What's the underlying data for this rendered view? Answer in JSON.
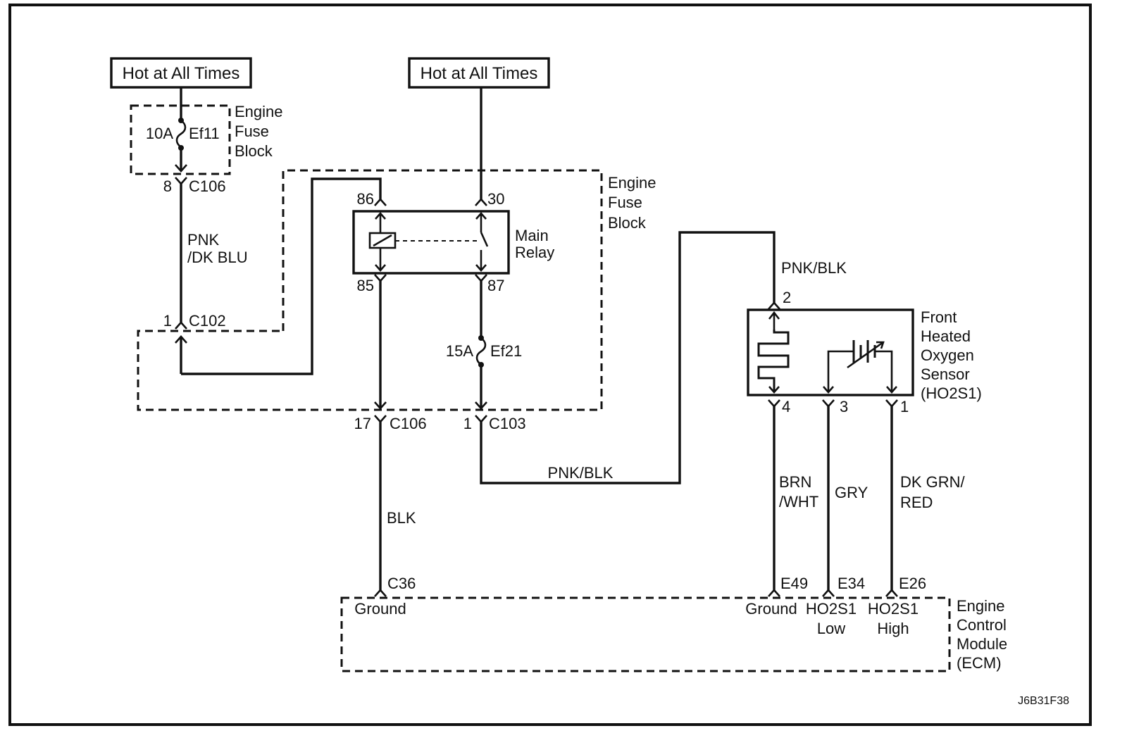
{
  "power_sources": {
    "left": "Hot at All Times",
    "right": "Hot at All Times"
  },
  "fuse_block_left": {
    "fuse_rating": "10A",
    "fuse_id": "Ef11",
    "title_line1": "Engine",
    "title_line2": "Fuse",
    "title_line3": "Block"
  },
  "fuse_block_main": {
    "title_line1": "Engine",
    "title_line2": "Fuse",
    "title_line3": "Block"
  },
  "relay": {
    "name_line1": "Main",
    "name_line2": "Relay",
    "pin_86": "86",
    "pin_30": "30",
    "pin_85": "85",
    "pin_87": "87"
  },
  "fuse_ef21": {
    "rating": "15A",
    "id": "Ef21"
  },
  "connectors": {
    "c106_top_pin": "8",
    "c106_top_name": "C106",
    "c102_pin": "1",
    "c102_name": "C102",
    "c106_bottom_pin": "17",
    "c106_bottom_name": "C106",
    "c103_pin": "1",
    "c103_name": "C103"
  },
  "wires": {
    "pnk_dk_blu_line1": "PNK",
    "pnk_dk_blu_line2": "/DK BLU",
    "pnk_blk_upper": "PNK/BLK",
    "pnk_blk_lower": "PNK/BLK",
    "blk": "BLK",
    "brn_wht_line1": "BRN",
    "brn_wht_line2": "/WHT",
    "gry": "GRY",
    "dk_grn_red_line1": "DK GRN/",
    "dk_grn_red_line2": "RED"
  },
  "sensor": {
    "line1": "Front",
    "line2": "Heated",
    "line3": "Oxygen",
    "line4": "Sensor",
    "line5": "(HO2S1)",
    "pin_2": "2",
    "pin_4": "4",
    "pin_3": "3",
    "pin_1": "1"
  },
  "ecm": {
    "line1": "Engine",
    "line2": "Control",
    "line3": "Module",
    "line4": "(ECM)",
    "pin_c36": "C36",
    "pin_e49": "E49",
    "pin_e34": "E34",
    "pin_e26": "E26",
    "ground_left": "Ground",
    "ground_right": "Ground",
    "ho2s1_low_line1": "HO2S1",
    "ho2s1_low_line2": "Low",
    "ho2s1_high_line1": "HO2S1",
    "ho2s1_high_line2": "High"
  },
  "figure_id": "J6B31F38"
}
